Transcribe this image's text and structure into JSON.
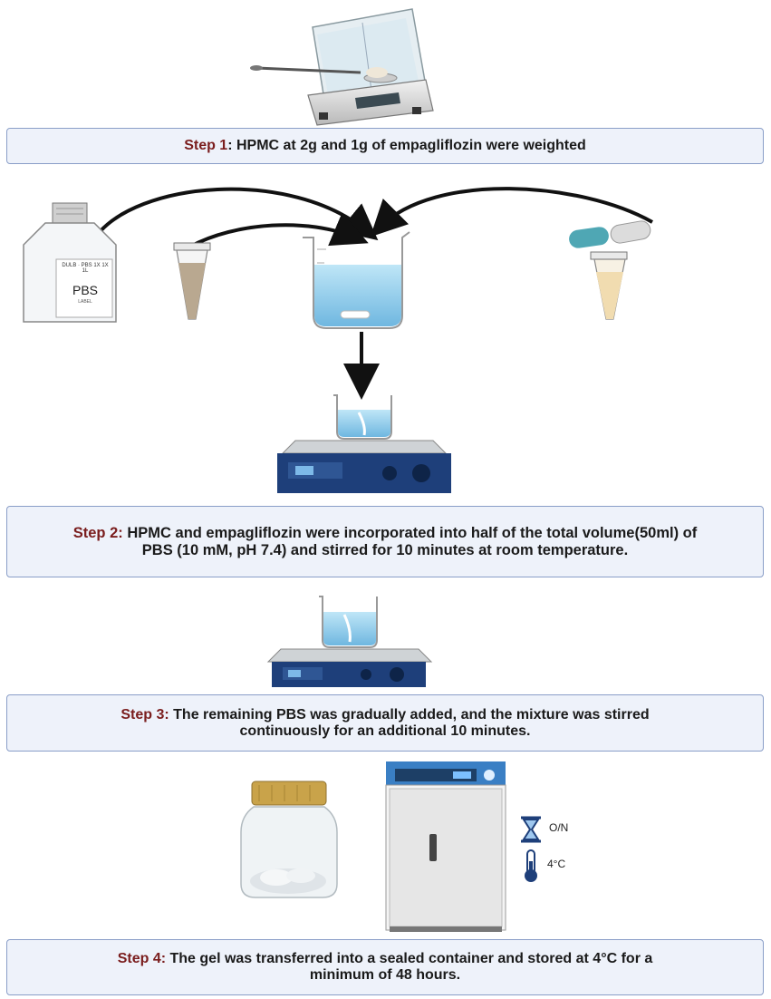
{
  "steps": [
    {
      "label": "Step 1",
      "sep": ":",
      "text": " HPMC at 2g and 1g of empagliflozin were weighted"
    },
    {
      "label": "Step 2:",
      "sep": "",
      "text": " HPMC and empagliflozin were  incorporated into half of the total volume(50ml) of PBS (10 mM, pH 7.4) and stirred for 10 minutes at room temperature."
    },
    {
      "label": "Step 3:",
      "sep": "",
      "text": " The remaining PBS was gradually added, and the mixture was stirred continuously for an additional 10 minutes."
    },
    {
      "label": "Step 4:",
      "sep": "",
      "text": " The gel was transferred into a sealed container and stored at 4°C for a minimum of 48 hours."
    }
  ],
  "bottle": {
    "label": "PBS",
    "small_text_1": "DULB · PBS 1X 1X",
    "small_text_2": "1L",
    "small_text_3": "LABEL"
  },
  "storage": {
    "time_label": "O/N",
    "temp_label": "4°C"
  },
  "colors": {
    "step_label": "#7a1d1d",
    "box_fill": "#eef2fa",
    "box_border": "#8a9ec8",
    "stirrer_blue": "#1e3f7a",
    "liquid": "#9fd3ef"
  },
  "icons": [
    "balance-icon",
    "pbs-bottle-icon",
    "tube-icon",
    "beaker-icon",
    "capsule-icon",
    "stirrer-icon",
    "jar-icon",
    "fridge-icon",
    "hourglass-icon",
    "thermometer-icon"
  ]
}
